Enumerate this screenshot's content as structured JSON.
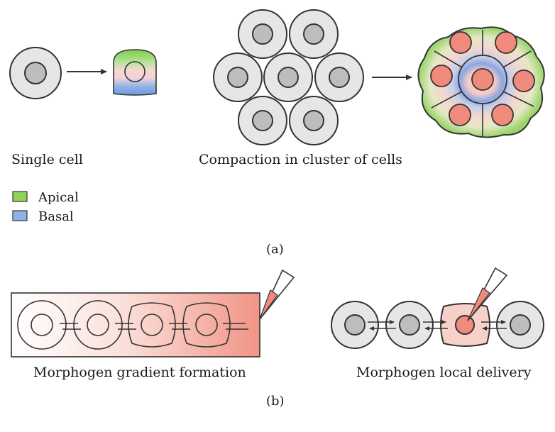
{
  "panel_a": {
    "single_cell_label": "Single cell",
    "cluster_label": "Compaction in cluster of cells",
    "legend": [
      {
        "label": "Apical",
        "color": "#8fd35a"
      },
      {
        "label": "Basal",
        "color": "#8fb1e6"
      }
    ],
    "panel_label": "(a)"
  },
  "panel_b": {
    "gradient_label": "Morphogen gradient formation",
    "local_label": "Morphogen local delivery",
    "panel_label": "(b)"
  },
  "colors": {
    "cell_fill": "#e6e6e6",
    "nucleus_fill": "#bdbdbd",
    "stroke": "#333333",
    "salmon": "#f08a7c",
    "pink": "#f7d0c9",
    "apical": "#8fd35a",
    "basal": "#8fb1e6"
  }
}
